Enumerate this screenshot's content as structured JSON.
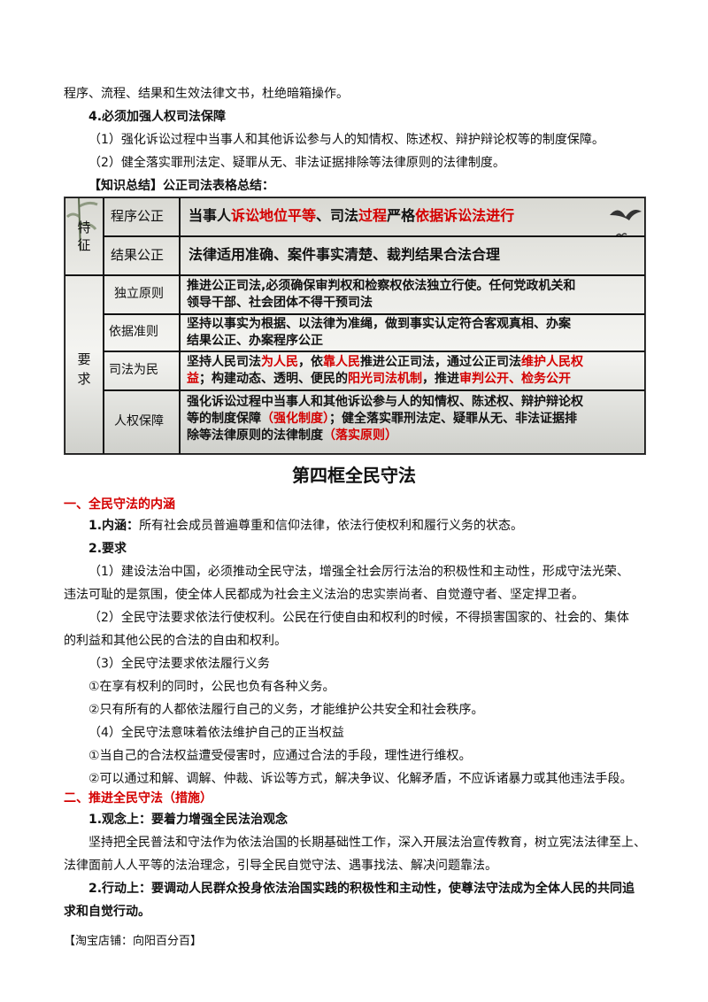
{
  "lines": {
    "l0": "程序、流程、结果和生效法律文书，杜绝暗箱操作。",
    "l1": "4.必须加强人权司法保障",
    "l2": "（1）强化诉讼过程中当事人和其他诉讼参与人的知情权、陈述权、辩护辩论权等的制度保障。",
    "l3": "（2）健全落实罪刑法定、疑罪从无、非法证据排除等法律原则的法律制度。",
    "l4": "【知识总结】公正司法表格总结："
  },
  "table": {
    "group1": "特征",
    "group2": "要求",
    "r1_label": "程序公正",
    "r1_a": "当事人",
    "r1_b": "诉讼地位平等",
    "r1_c": "、司法",
    "r1_d": "过程",
    "r1_e": "严格",
    "r1_f": "依据诉讼法进行",
    "r2_label": "结果公正",
    "r2_text": "法律适用准确、案件事实清楚、裁判结果合法合理",
    "r3_label": "独立原则",
    "r3_l1": "推进公正司法,必须确保审判权和检察权依法独立行使。任何党政机关和",
    "r3_l2": "领导干部、社会团体不得干预司法",
    "r4_label": "依据准则",
    "r4_l1": "坚持以事实为根据、以法律为准绳，做到事实认定符合客观真相、办案",
    "r4_l2": "结果公正、办案程序公正",
    "r5_label": "司法为民",
    "r5_a": "坚持人民司法",
    "r5_b": "为人民",
    "r5_c": "，依",
    "r5_d": "靠人民",
    "r5_e": "推进公正司法，通过公正司法",
    "r5_f": "维护人民权",
    "r5_g": "益",
    "r5_h": "；构建",
    "r5_i": "动态、透明、便民的",
    "r5_j": "阳光司法机制",
    "r5_k": "，推进",
    "r5_l": "审判公开、检务公开",
    "r6_label": "人权保障",
    "r6_l1": "强化诉讼过程中当事人和其他诉讼参与人的知情权、陈述权、辩护辩论权",
    "r6_l2a": "等的制度保障",
    "r6_l2b": "（强化制度）",
    "r6_l2c": "；健全落实罪刑法定、疑罪从无、非法证据排",
    "r6_l3a": "除等法律原则的法律制度",
    "r6_l3b": "（落实原则）"
  },
  "section": {
    "title": "第四框全民守法",
    "h1": "一、全民守法的内涵",
    "p1": "1.内涵：所有社会成员普遍尊重和信仰法律，依法行使权利和履行义务的状态。",
    "p2": "2.要求",
    "p3a": "（1）建设法治中国，必须推动全民守法，增强全社会厉行法治的积极性和主动性，形成守法光荣、",
    "p3b": "违法可耻的是氛围，使全体人民都成为社会主义法治的忠实崇尚者、自觉遵守者、坚定捍卫者。",
    "p4a": "（2）全民守法要求依法行使权利。公民在行使自由和权利的时候，不得损害国家的、社会的、集体",
    "p4b": "的利益和其他公民的合法的自由和权利。",
    "p5": "（3）全民守法要求依法履行义务",
    "p6": "①在享有权利的同时，公民也负有各种义务。",
    "p7": "②只有所有的人都依法履行自己的义务，才能维护公共安全和社会秩序。",
    "p8": "（4）全民守法意味着依法维护自己的正当权益",
    "p9": "①当自己的合法权益遭受侵害时，应通过合法的手段，理性进行维权。",
    "p10": "②可以通过和解、调解、仲裁、诉讼等方式，解决争议、化解矛盾，不应诉诸暴力或其他违法手段。",
    "h2": "二、推进全民守法（措施）",
    "p11": "1.观念上：要着力增强全民法治观念",
    "p12a": "坚持把全民普法和守法作为依法治国的长期基础性工作，深入开展法治宣传教育，树立宪法法律至上、",
    "p12b": "法律面前人人平等的法治理念，引导全民自觉守法、遇事找法、解决问题靠法。",
    "p13a": "2.行动上：要调动人民群众投身依法治国实践的积极性和主动性，使尊法守法成为全体人民的共同追",
    "p13b": "求和自觉行动。"
  },
  "footer": "【淘宝店铺：向阳百分百】"
}
